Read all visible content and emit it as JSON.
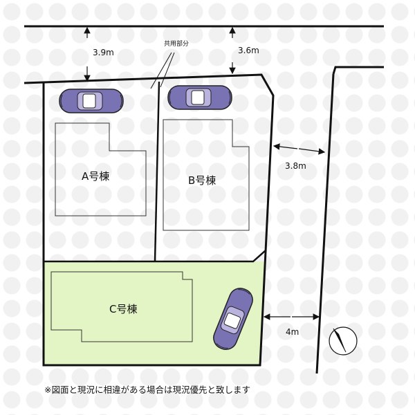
{
  "buildings": {
    "a": "A号棟",
    "b": "B号棟",
    "c": "C号棟"
  },
  "dimensions": {
    "top_left_road": "3.9m",
    "top_right_road": "3.6m",
    "right_upper_road": "3.8m",
    "right_lower_road": "4m"
  },
  "shared_part_label": "共用部分",
  "note": "※図面と現況に相違がある場合は現況優先と致します",
  "colors": {
    "lot_c_fill": "#e4f5c5",
    "line": "#111111",
    "car_body": "#7a73b3"
  },
  "icons": {
    "compass": "north-arrow-icon",
    "car": "car-icon"
  }
}
